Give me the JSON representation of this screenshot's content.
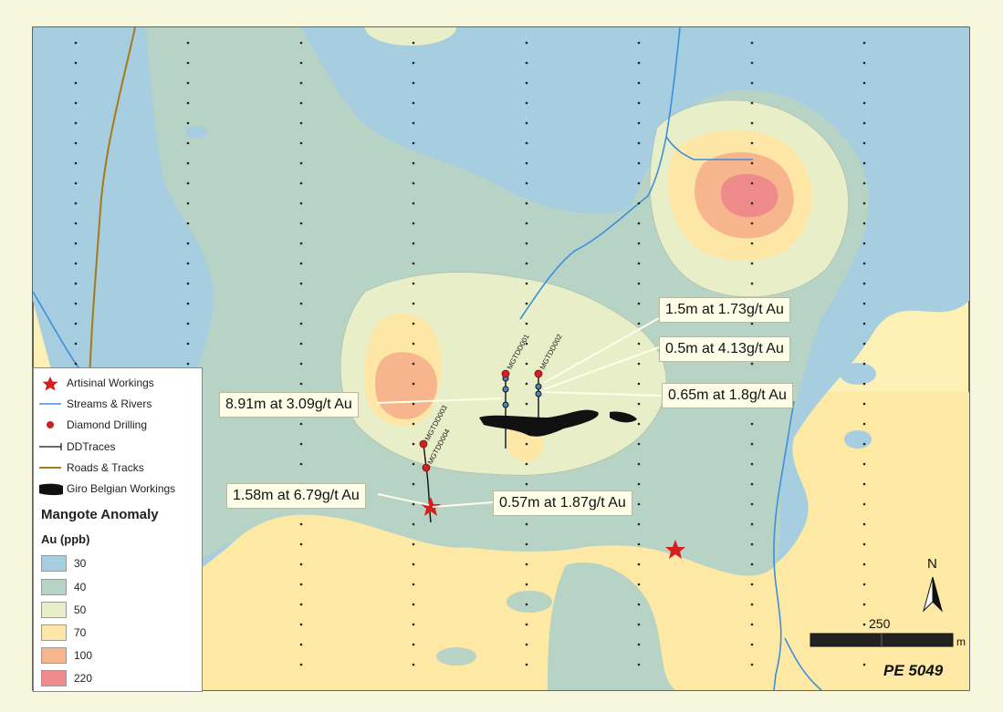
{
  "map": {
    "region": "PE 5049",
    "north_label": "N",
    "scale": {
      "value": "250",
      "unit": "m"
    },
    "colors": {
      "c30": "#a6cde0",
      "c40": "#b6d3c6",
      "c50": "#e8efc8",
      "c70": "#fde6a6",
      "c100": "#f6b58d",
      "c220": "#ef8a8a",
      "stream": "#3d8fdc",
      "road": "#a67a1a",
      "drill": "#cc2222",
      "workings": "#111111"
    }
  },
  "drill_holes": [
    {
      "id": "MGTDD001"
    },
    {
      "id": "MGTDD002"
    },
    {
      "id": "MGTDD003"
    },
    {
      "id": "MGTDD004"
    }
  ],
  "callouts": [
    {
      "text": "1.5m at 1.73g/t Au"
    },
    {
      "text": "0.5m at 4.13g/t Au"
    },
    {
      "text": "0.65m at 1.8g/t Au"
    },
    {
      "text": "8.91m at 3.09g/t Au"
    },
    {
      "text": "1.58m at 6.79g/t Au"
    },
    {
      "text": "0.57m at 1.87g/t Au"
    }
  ],
  "legend": {
    "items": [
      {
        "label": "Artisinal Workings",
        "icon": "star-icon"
      },
      {
        "label": "Streams & Rivers",
        "icon": "line-icon"
      },
      {
        "label": "Diamond Drilling",
        "icon": "dot-icon"
      },
      {
        "label": "DDTraces",
        "icon": "arrow-icon"
      },
      {
        "label": "Roads & Tracks",
        "icon": "line-icon"
      },
      {
        "label": "Giro Belgian Workings",
        "icon": "patch-icon"
      }
    ],
    "title": "Mangote Anomaly",
    "subtitle": "Au (ppb)",
    "classes": [
      {
        "label": "30",
        "color": "#a6cde0"
      },
      {
        "label": "40",
        "color": "#b6d3c6"
      },
      {
        "label": "50",
        "color": "#e8efc8"
      },
      {
        "label": "70",
        "color": "#fde6a6"
      },
      {
        "label": "100",
        "color": "#f6b58d"
      },
      {
        "label": "220",
        "color": "#ef8a8a"
      }
    ]
  }
}
